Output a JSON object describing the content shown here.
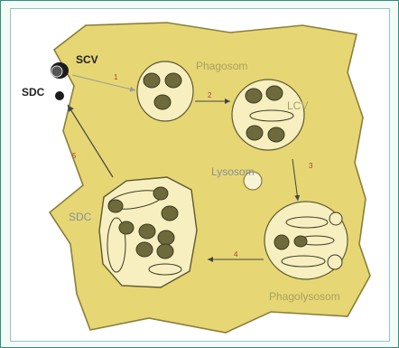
{
  "labels": {
    "scv": "SCV",
    "sdc_top": "SDC",
    "phagosom": "Phagosom",
    "lcv": "LCV",
    "lysosom": "Lysosom",
    "sdc_mid": "SDC",
    "phagolysosom": "Phagolysosom"
  },
  "steps": {
    "s1": "1",
    "s2": "2",
    "s3": "3",
    "s4": "4",
    "s5": "5"
  },
  "colors": {
    "cell_fill": "#e6d774",
    "cell_stroke": "#8b7e3a",
    "vacuole_fill": "#f7efc0",
    "bacterium_fill": "#6e6a3c",
    "frame": "#2f8f7a"
  }
}
